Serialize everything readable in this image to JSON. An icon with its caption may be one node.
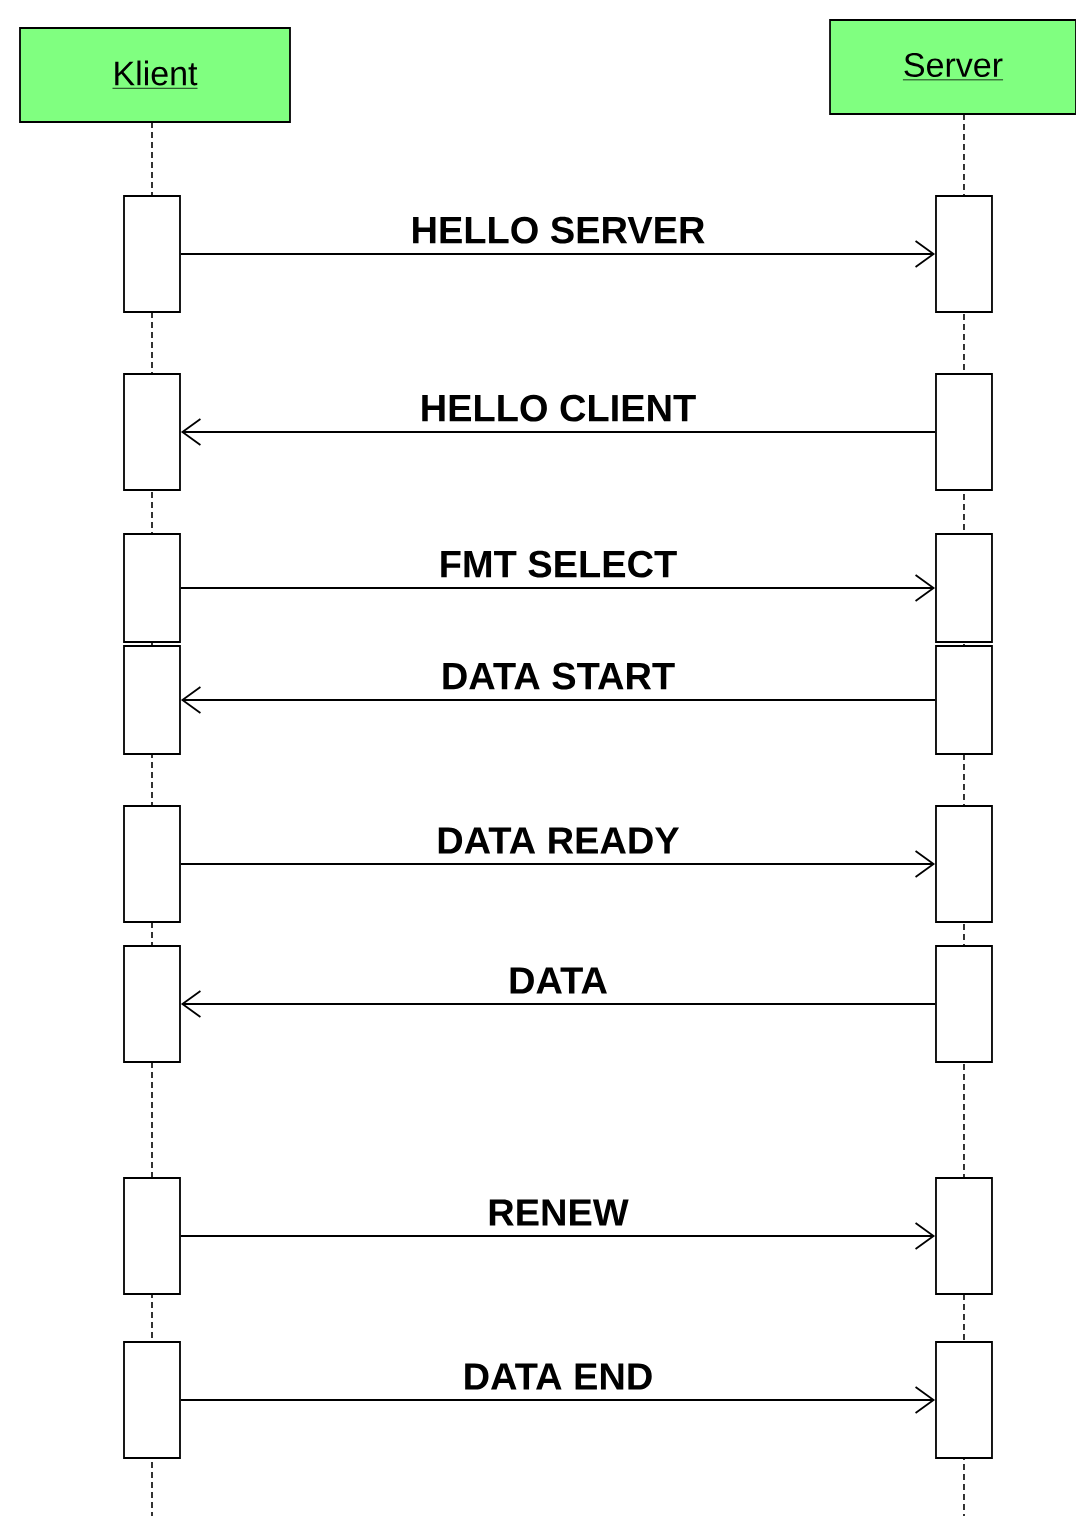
{
  "diagram": {
    "nodes": [
      {
        "text": [
          "Klient"
        ]
      },
      {
        "text": [
          "Server"
        ]
      },
      {
        "text": [],
        "shape": "box"
      },
      {
        "text": [],
        "shape": "box"
      },
      {
        "text": [],
        "shape": "box"
      },
      {
        "text": [],
        "shape": "box"
      },
      {
        "text": [],
        "shape": "box"
      },
      {
        "text": [],
        "shape": "box"
      },
      {
        "text": [],
        "shape": "box"
      },
      {
        "text": [],
        "shape": "box"
      },
      {
        "text": [],
        "shape": "box"
      },
      {
        "text": [],
        "shape": "box"
      },
      {
        "text": [],
        "shape": "box"
      },
      {
        "text": [],
        "shape": "box"
      },
      {
        "text": [],
        "shape": "box"
      },
      {
        "text": [],
        "shape": "box"
      },
      {
        "text": [],
        "shape": "box"
      },
      {
        "text": [],
        "shape": "box"
      }
    ],
    "edges": [
      {
        "from": 2,
        "to": 3,
        "arrow": "to",
        "label": "HELLO SERVER"
      },
      {
        "from": 5,
        "to": 4,
        "arrow": "to",
        "label": "HELLO CLIENT"
      },
      {
        "from": 6,
        "to": 7,
        "arrow": "to",
        "label": "FMT SELECT"
      },
      {
        "from": 9,
        "to": 8,
        "arrow": "to",
        "label": "DATA START"
      },
      {
        "from": 10,
        "to": 11,
        "arrow": "to",
        "label": "DATA READY"
      },
      {
        "from": 13,
        "to": 12,
        "arrow": "to",
        "label": "DATA"
      },
      {
        "from": 14,
        "to": 15,
        "arrow": "to",
        "label": "RENEW"
      },
      {
        "from": 16,
        "to": 17,
        "arrow": "to",
        "label": "DATA END"
      }
    ]
  }
}
